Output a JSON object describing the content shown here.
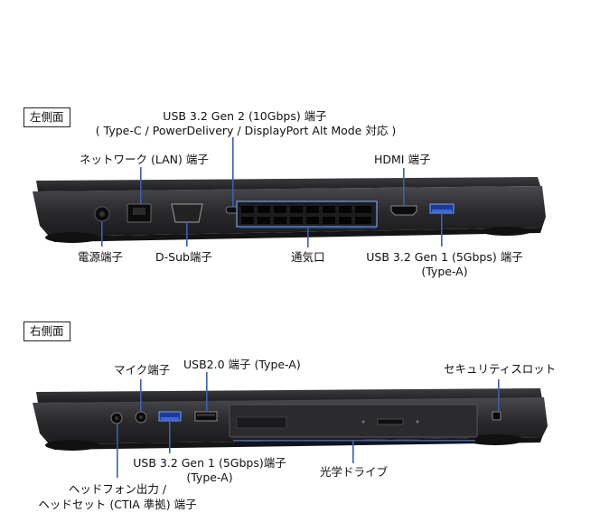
{
  "left_side": {
    "section_title": "左側面",
    "labels": {
      "usb32gen2_line1": "USB 3.2 Gen 2 (10Gbps) 端子",
      "usb32gen2_line2": "( Type-C / PowerDelivery / DisplayPort Alt Mode 対応 )",
      "lan": "ネットワーク (LAN) 端子",
      "hdmi": "HDMI 端子",
      "power": "電源端子",
      "dsub": "D-Sub端子",
      "vent": "通気口",
      "usb32gen1_line1": "USB 3.2 Gen 1 (5Gbps) 端子",
      "usb32gen1_line2": "(Type-A)"
    }
  },
  "right_side": {
    "section_title": "右側面",
    "labels": {
      "mic": "マイク端子",
      "usb20": "USB2.0 端子 (Type-A)",
      "security": "セキュリティスロット",
      "usb32gen1_line1": "USB 3.2 Gen 1 (5Gbps)端子",
      "usb32gen1_line2": "(Type-A)",
      "optical": "光学ドライブ",
      "headphone_line1": "ヘッドフォン出力 /",
      "headphone_line2": "ヘッドセット (CTIA 準拠) 端子"
    }
  },
  "colors": {
    "callout_line": "#3a5fb0",
    "laptop_body": "#2a2a2c",
    "laptop_dark": "#151516",
    "highlight": "#7aa0e0"
  }
}
